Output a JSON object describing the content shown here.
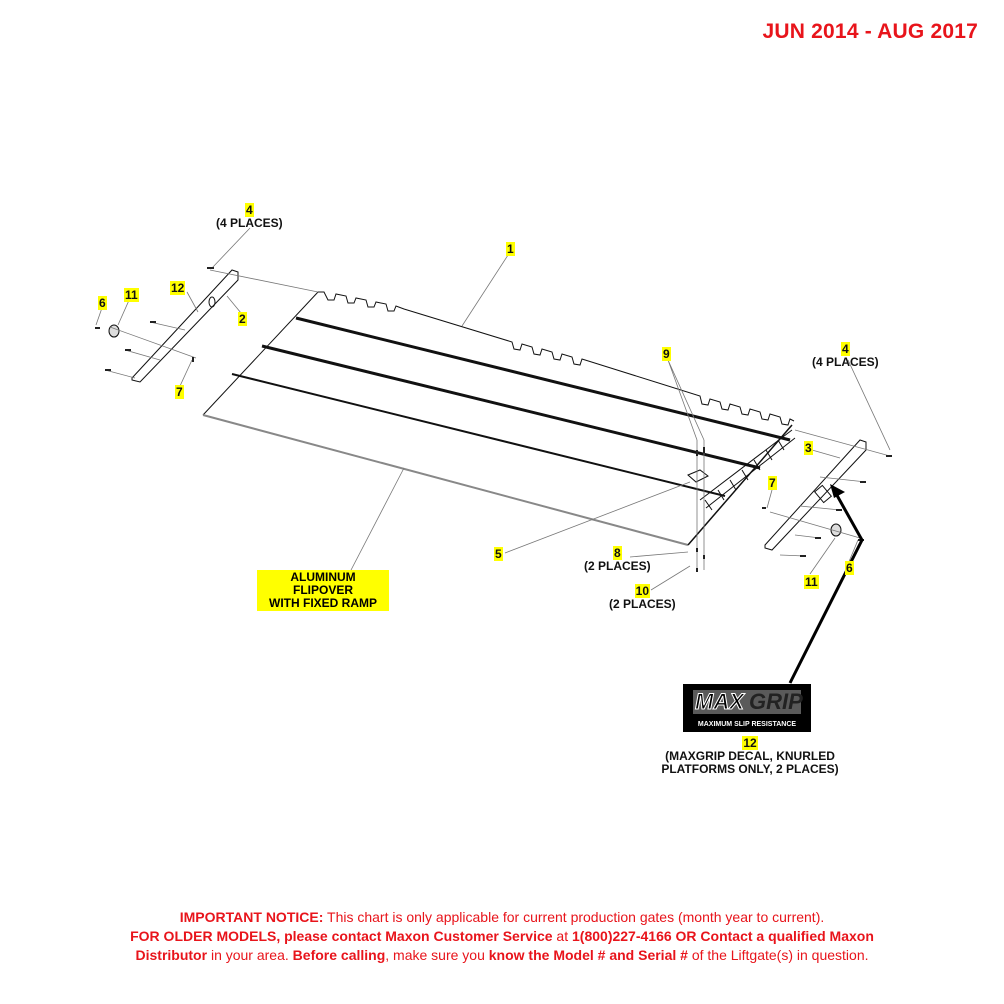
{
  "header": {
    "date_range": "JUN 2014 - AUG 2017"
  },
  "callouts": {
    "c4_left": {
      "num": "4",
      "note": "(4 PLACES)"
    },
    "c4_right": {
      "num": "4",
      "note": "(4 PLACES)"
    },
    "c1": {
      "num": "1"
    },
    "c2": {
      "num": "2"
    },
    "c3": {
      "num": "3"
    },
    "c5": {
      "num": "5"
    },
    "c6_left": {
      "num": "6"
    },
    "c6_right": {
      "num": "6"
    },
    "c7_left": {
      "num": "7"
    },
    "c7_right": {
      "num": "7"
    },
    "c8": {
      "num": "8",
      "note": "(2 PLACES)"
    },
    "c9": {
      "num": "9"
    },
    "c10": {
      "num": "10",
      "note": "(2 PLACES)"
    },
    "c11_left": {
      "num": "11"
    },
    "c11_right": {
      "num": "11"
    },
    "c12_left": {
      "num": "12"
    },
    "c12_decal": {
      "num": "12",
      "note_line1": "(MAXGRIP DECAL, KNURLED",
      "note_line2": "PLATFORMS ONLY, 2 PLACES)"
    }
  },
  "ramp_label": {
    "line1": "ALUMINUM FLIPOVER",
    "line2": "WITH FIXED RAMP"
  },
  "decal": {
    "brand_max": "MAX",
    "brand_grip": "GRIP",
    "tagline": "MAXIMUM SLIP RESISTANCE"
  },
  "notice": {
    "l1_bold": "IMPORTANT NOTICE:",
    "l1_text": " This chart is only applicable for current production gates (month year to current).",
    "l2_bold1": "FOR OLDER MODELS, please contact Maxon Customer Service",
    "l2_text1": " at ",
    "l2_bold2": "1(800)227-4166 OR Contact a qualified Maxon",
    "l3_bold1": "Distributor",
    "l3_text1": " in your area. ",
    "l3_bold2": "Before calling",
    "l3_text2": ", make sure you ",
    "l3_bold3": "know the Model # and Serial #",
    "l3_text3": " of the Liftgate(s) in question."
  },
  "colors": {
    "notice_red": "#e8141b",
    "callout_highlight": "#ffff00"
  }
}
